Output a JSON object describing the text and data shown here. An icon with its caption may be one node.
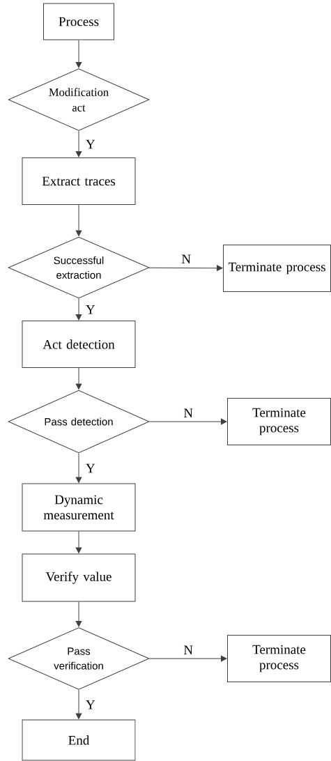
{
  "diagram": {
    "nodes": [
      {
        "text": [
          "Process"
        ]
      },
      {
        "text": [
          "Modification act"
        ]
      },
      {
        "text": [
          "Extract traces"
        ]
      },
      {
        "text": [
          "Successful extraction"
        ]
      },
      {
        "text": [
          "Terminate process"
        ]
      },
      {
        "text": [
          "Act detection"
        ]
      },
      {
        "text": [
          "Pass detection"
        ]
      },
      {
        "text": [
          "Terminate process"
        ]
      },
      {
        "text": [
          "Dynamic measurement"
        ]
      },
      {
        "text": [
          "Verify value"
        ]
      },
      {
        "text": [
          "Pass verification"
        ]
      },
      {
        "text": [
          "Terminate process"
        ]
      },
      {
        "text": [
          "End"
        ]
      }
    ],
    "edges": [
      {
        "from": 0,
        "to": 1,
        "arrow": "to"
      },
      {
        "from": 1,
        "to": 2,
        "arrow": "to",
        "label": "Y"
      },
      {
        "from": 2,
        "to": 3,
        "arrow": "to"
      },
      {
        "from": 3,
        "to": 4,
        "arrow": "to",
        "label": "N"
      },
      {
        "from": 3,
        "to": 5,
        "arrow": "to",
        "label": "Y"
      },
      {
        "from": 5,
        "to": 6,
        "arrow": "to"
      },
      {
        "from": 6,
        "to": 7,
        "arrow": "to",
        "label": "N"
      },
      {
        "from": 6,
        "to": 8,
        "arrow": "to",
        "label": "Y"
      },
      {
        "from": 8,
        "to": 9,
        "arrow": "to"
      },
      {
        "from": 9,
        "to": 10,
        "arrow": "to"
      },
      {
        "from": 10,
        "to": 11,
        "arrow": "to",
        "label": "N"
      },
      {
        "from": 10,
        "to": 12,
        "arrow": "to",
        "label": "Y"
      }
    ]
  }
}
